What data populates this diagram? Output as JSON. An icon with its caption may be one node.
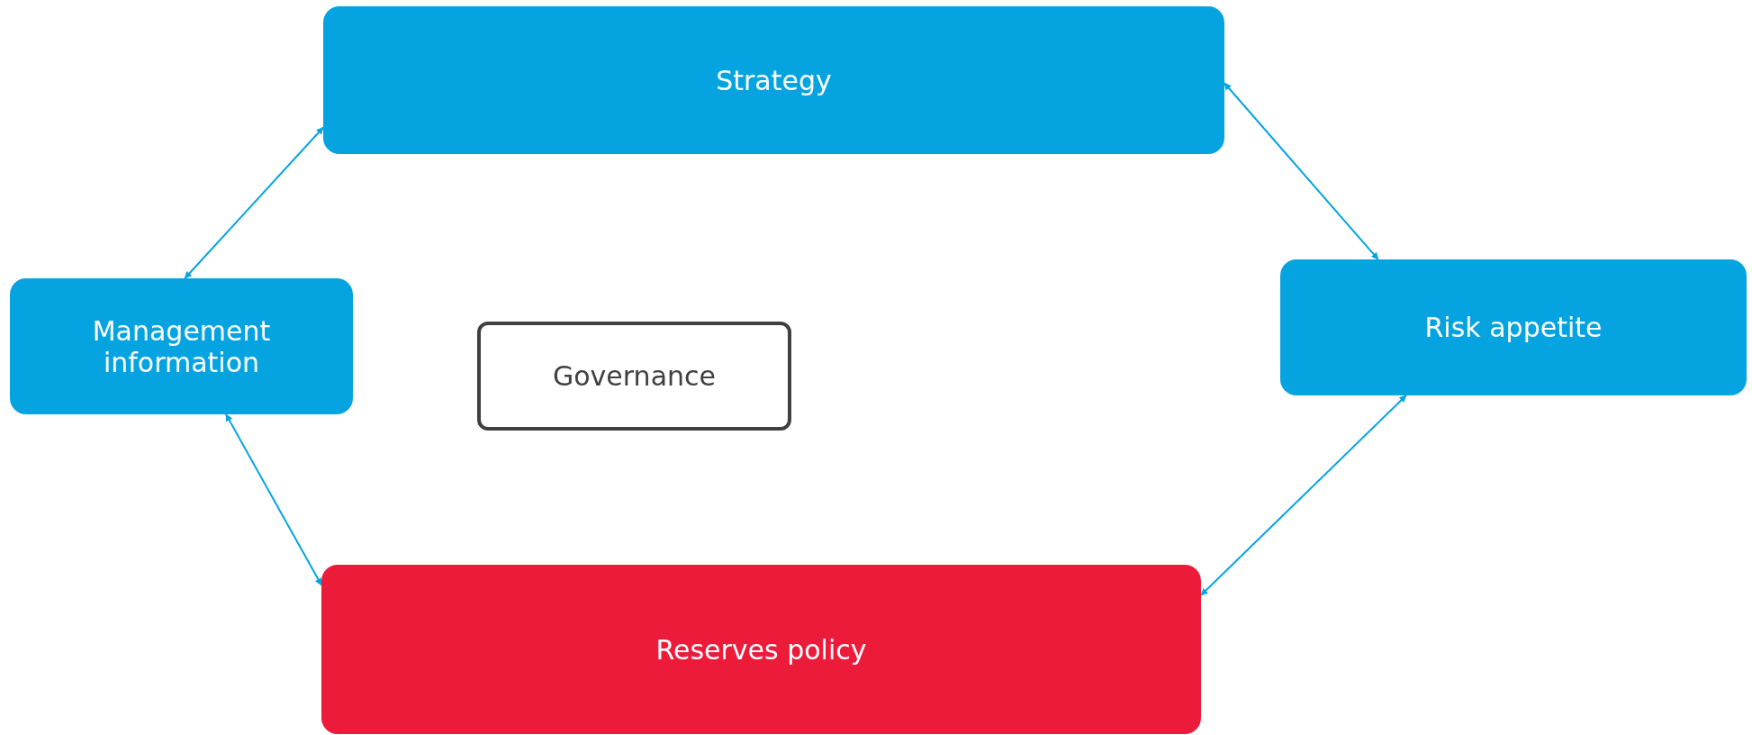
{
  "diagram": {
    "nodes": [
      {
        "text": [
          "Strategy"
        ]
      },
      {
        "text": [
          "Management information"
        ]
      },
      {
        "text": [
          "Governance"
        ]
      },
      {
        "text": [
          "Risk appetite"
        ]
      },
      {
        "text": [
          "Reserves policy"
        ]
      }
    ],
    "edges": [
      {
        "from": 1,
        "to": 0,
        "arrow": "both"
      },
      {
        "from": 0,
        "to": 3,
        "arrow": "both"
      },
      {
        "from": 1,
        "to": 4,
        "arrow": "both"
      },
      {
        "from": 4,
        "to": 3,
        "arrow": "both"
      }
    ]
  }
}
